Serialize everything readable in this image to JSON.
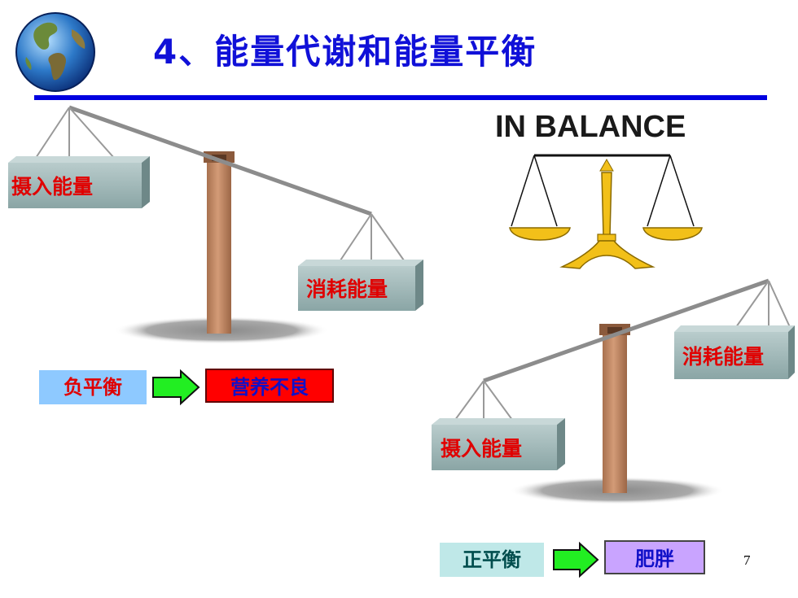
{
  "title": "4、能量代谢和能量平衡",
  "in_balance_caption": "IN BALANCE",
  "left_scale": {
    "heavy_pan_label": "摄入能量",
    "light_pan_label": "消耗能量"
  },
  "right_scale": {
    "heavy_pan_label": "摄入能量",
    "light_pan_label": "消耗能量"
  },
  "negative": {
    "state_label": "负平衡",
    "result_label": "营养不良"
  },
  "positive": {
    "state_label": "正平衡",
    "result_label": "肥胖"
  },
  "page_number": "7",
  "colors": {
    "title": "#1010d8",
    "rule": "#0000e0",
    "label_red": "#e00000",
    "arrow_green": "#22ee22",
    "pole": "#c08a66",
    "box": "#8aa8a8",
    "gold": "#f2c019"
  },
  "icons": [
    "globe-icon",
    "balance-scale-icon",
    "arrow-right-icon"
  ]
}
